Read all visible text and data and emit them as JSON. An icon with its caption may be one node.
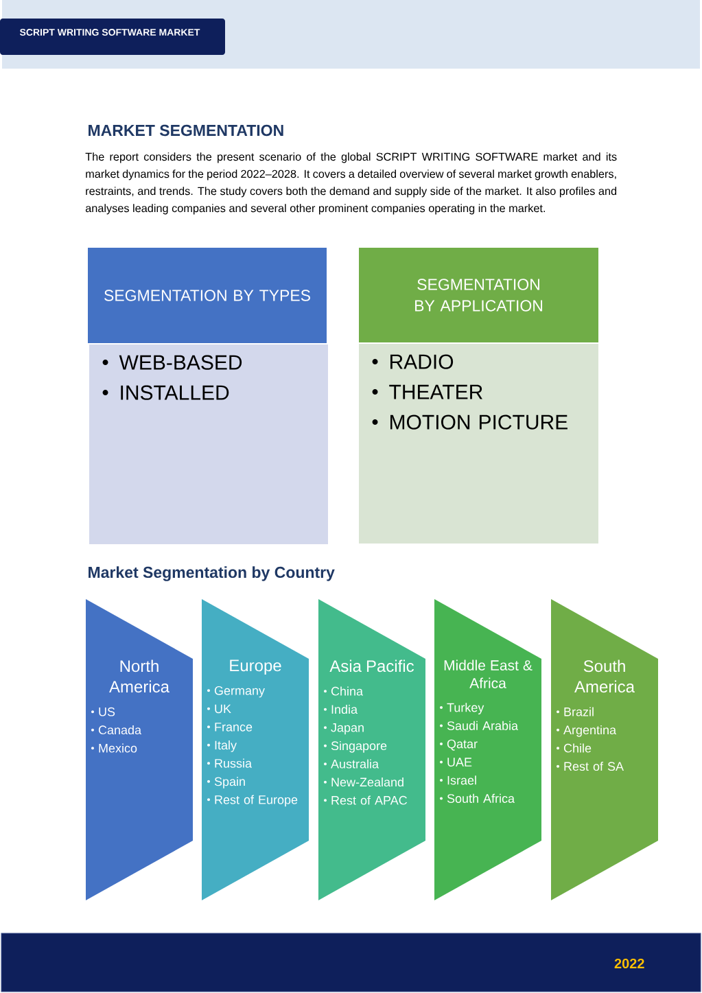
{
  "diagram": {
    "title": "MARKET SEGMENTATION",
    "nodes": [
      {
        "text": [
          "SCRIPT WRITING SOFTWARE MARKET"
        ]
      },
      {
        "text": [
          "SEGMENTATION BY TYPES"
        ]
      },
      {
        "text": [
          "WEB-BASED",
          "INSTALLED"
        ]
      },
      {
        "text": [
          "SEGMENTATION BY APPLICATION"
        ]
      },
      {
        "text": [
          "RADIO",
          "THEATER",
          "MOTION PICTURE"
        ]
      },
      {
        "text": [
          "North America",
          "US",
          "Canada",
          "Mexico"
        ]
      },
      {
        "text": [
          "Europe",
          "Germany",
          "UK",
          "France",
          "Italy",
          "Russia",
          "Spain",
          "Rest of Europe"
        ]
      },
      {
        "text": [
          "Asia Pacific",
          "China",
          "India",
          "Japan",
          "Singapore",
          "Australia",
          "New-Zealand",
          "Rest of APAC"
        ]
      },
      {
        "text": [
          "Middle East & Africa",
          "Turkey",
          "Saudi Arabia",
          "Qatar",
          "UAE",
          "Israel",
          "South Africa"
        ]
      },
      {
        "text": [
          "South America",
          "Brazil",
          "Argentina",
          "Chile",
          "Rest of SA"
        ]
      },
      {
        "text": [
          "2022"
        ]
      }
    ],
    "labels": [
      "The report considers the present scenario of the global SCRIPT WRITING SOFTWARE market and its market dynamics for the period 2022–2028. It covers a detailed overview of several market growth enablers, restraints, and trends. The study covers both the demand and supply side of the market. It also profiles and analyses leading companies and several other prominent companies operating in the market.",
      "Market Segmentation by Country"
    ]
  }
}
